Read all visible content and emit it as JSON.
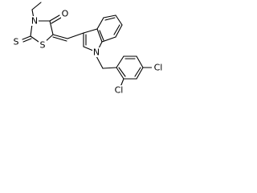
{
  "molecule": {
    "atoms": {
      "n_thiazolidinone": "N",
      "o_carbonyl": "O",
      "s_ring": "S",
      "s_thione": "S",
      "n_indole": "N",
      "cl_para": "Cl",
      "cl_ortho": "Cl"
    }
  }
}
